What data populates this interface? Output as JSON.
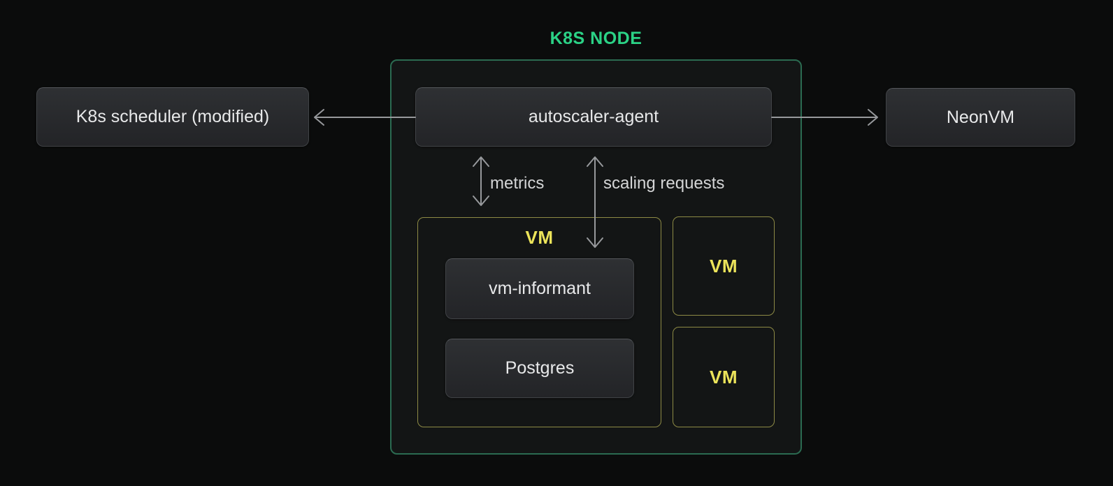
{
  "diagram": {
    "title": "K8S NODE",
    "nodes": {
      "scheduler": {
        "label": "K8s scheduler (modified)"
      },
      "autoscaler_agent": {
        "label": "autoscaler-agent"
      },
      "neonvm": {
        "label": "NeonVM"
      },
      "vm_main": {
        "label": "VM"
      },
      "vm_informant": {
        "label": "vm-informant"
      },
      "postgres": {
        "label": "Postgres"
      },
      "vm_small_top": {
        "label": "VM"
      },
      "vm_small_bottom": {
        "label": "VM"
      }
    },
    "edges": {
      "to_scheduler": {
        "from": "autoscaler-agent",
        "to": "K8s scheduler (modified)",
        "arrow": "left"
      },
      "to_neonvm": {
        "from": "autoscaler-agent",
        "to": "NeonVM",
        "arrow": "right"
      },
      "metrics": {
        "label": "metrics",
        "arrow": "both"
      },
      "scaling_requests": {
        "label": "scaling requests",
        "arrow": "both"
      }
    },
    "colors": {
      "background": "#0b0c0c",
      "node_interior": "#131515",
      "title_green": "#2bd286",
      "boundary_green": "#2b6b51",
      "vm_border_yellow": "#8d8a45",
      "vm_label_yellow": "#ece45a",
      "box_text": "#e8e9ea",
      "edge_label_text": "#d4d5d6",
      "arrow_gray": "#97999c"
    }
  }
}
